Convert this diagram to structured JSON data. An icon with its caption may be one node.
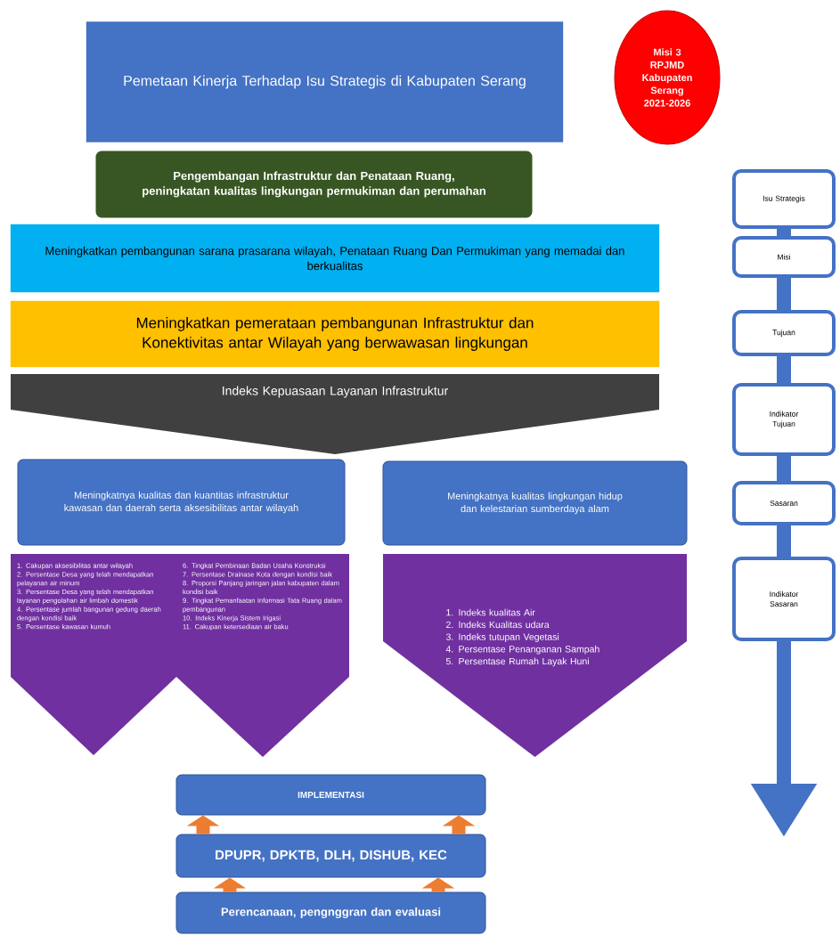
{
  "diagram": {
    "nodes": [
      {
        "text": [
          "Pemetaan Kinerja Terhadap Isu Strategis di Kabupaten Serang"
        ]
      },
      {
        "text": [
          "Misi 3 RPJMD Kabupaten Serang 2021-2026"
        ]
      },
      {
        "text": [
          "Pengembangan Infrastruktur dan Penataan Ruang, peningkatan kualitas lingkungan permukiman dan perumahan"
        ]
      },
      {
        "text": [
          "Meningkatkan pembangunan sarana prasarana wilayah, Penataan Ruang Dan Permukiman yang memadai dan berkualitas"
        ]
      },
      {
        "text": [
          "Meningkatkan pemerataan pembangunan Infrastruktur dan Konektivitas antar Wilayah yang berwawasan lingkungan"
        ]
      },
      {
        "text": [
          "Indeks Kepuasaan Layanan Infrastruktur"
        ]
      },
      {
        "text": [
          "Meningkatnya kualitas dan kuantitas infrastruktur kawasan dan daerah serta aksesibilitas antar wilayah"
        ]
      },
      {
        "text": [
          "Meningkatnya kualitas lingkungan hidup dan kelestarian sumberdaya alam"
        ]
      },
      {
        "text": [
          "1. Cakupan aksesibilitas antar wilayah",
          "2. Persentase Desa yang telah mendapatkan pelayanan air minum",
          "3. Persentase Desa yang telah mendapatkan layanan pengolahan air limbah domestik",
          "4. Persentase jumlah bangunan gedung daerah dengan kondisi baik",
          "5. Persentase kawasan kumuh"
        ]
      },
      {
        "text": [
          "6. Tingkat Pembinaan Badan Usaha Konstruksi",
          "7. Persentase Drainase Kota dengan kondisi baik",
          "8. Proporsi Panjang jaringan jalan kabupaten dalam kondisi baik",
          "9. Tingkat Pemanfaatan Informasi Tata Ruang dalam pembangunan",
          "10. Indeks Kinerja Sistem Irigasi",
          "11. Cakupan ketersediaan air baku"
        ]
      },
      {
        "text": [
          "1. Indeks kualitas Air",
          "2. Indeks Kualitas udara",
          "3. Indeks tutupan Vegetasi",
          "4. Persentase Penanganan Sampah",
          "5. Persentase Rumah Layak Huni"
        ]
      },
      {
        "text": [
          "IMPLEMENTASI"
        ]
      },
      {
        "text": [
          "DPUPR, DPKTB, DLH, DISHUB, KEC"
        ]
      },
      {
        "text": [
          "Perencanaan, pengnggran dan evaluasi"
        ]
      },
      {
        "text": [
          "Isu Strategis"
        ]
      },
      {
        "text": [
          "Misi"
        ]
      },
      {
        "text": [
          "Tujuan"
        ]
      },
      {
        "text": [
          "Indikator Tujuan"
        ]
      },
      {
        "text": [
          "Sasaran"
        ]
      },
      {
        "text": [
          "Indikator Sasaran"
        ]
      }
    ],
    "edges": [
      {
        "from": 13,
        "to": 12,
        "arrow": "to",
        "color": "#ed7d31"
      },
      {
        "from": 13,
        "to": 12,
        "arrow": "to",
        "color": "#ed7d31"
      },
      {
        "from": 12,
        "to": 11,
        "arrow": "to",
        "color": "#ed7d31"
      },
      {
        "from": 12,
        "to": 11,
        "arrow": "to",
        "color": "#ed7d31"
      },
      {
        "from": 14,
        "to": 15,
        "arrow": "none"
      },
      {
        "from": 15,
        "to": 16,
        "arrow": "none"
      },
      {
        "from": 16,
        "to": 17,
        "arrow": "none"
      },
      {
        "from": 17,
        "to": 18,
        "arrow": "none"
      },
      {
        "from": 18,
        "to": 19,
        "arrow": "none"
      },
      {
        "from": 19,
        "to": null,
        "arrow": "to"
      }
    ]
  }
}
